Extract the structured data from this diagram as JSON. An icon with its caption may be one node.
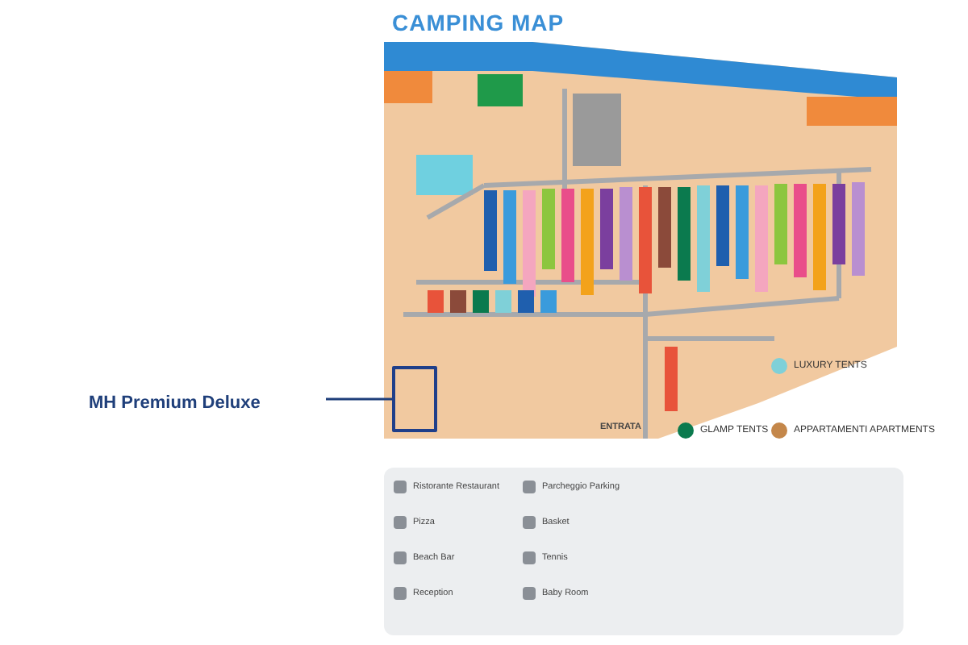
{
  "diagram": {
    "title": "CAMPING MAP",
    "nodes": [
      {
        "text": [
          "MH Premium Deluxe"
        ]
      },
      {
        "text": [],
        "shape": "box"
      }
    ],
    "edges": [
      {
        "from": 0,
        "to": 1,
        "arrow": "none"
      }
    ],
    "labels": [
      "ENTRATA",
      "Ristorante Restaurant",
      "Pizza",
      "Beach Bar",
      "Reception",
      "Parcheggio Parking",
      "Basket",
      "Tennis",
      "Baby Room"
    ],
    "legend": [
      {
        "text": "LUXURY TENTS",
        "color": "#7fd0d8"
      },
      {
        "text": "GLAMP TENTS",
        "color": "#0b7a4e"
      },
      {
        "text": "APPARTAMENTI APARTMENTS",
        "color": "#c4874a"
      }
    ]
  }
}
